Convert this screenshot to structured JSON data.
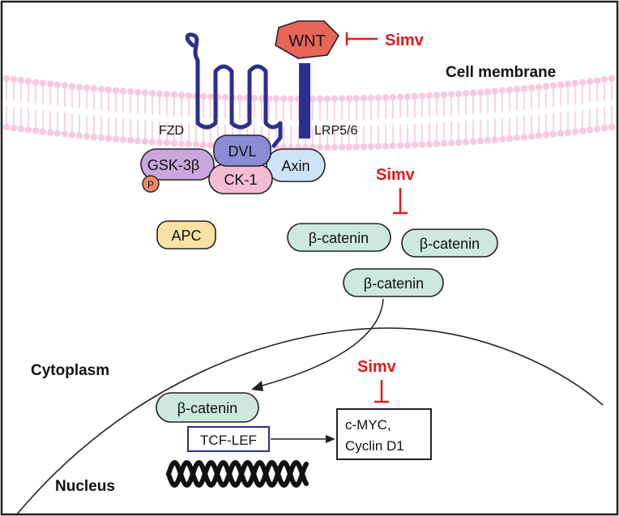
{
  "labels": {
    "cell_membrane": "Cell membrane",
    "cytoplasm": "Cytoplasm",
    "nucleus": "Nucleus",
    "fzd": "FZD",
    "lrp": "LRP5/6",
    "wnt": "WNT",
    "dvl": "DVL",
    "gsk3b": "GSK-3β",
    "ck1": "CK-1",
    "axin": "Axin",
    "p": "P",
    "apc": "APC",
    "beta_catenin": "β-catenin",
    "tcf_lef": "TCF-LEF",
    "target_line1": "c-MYC,",
    "target_line2": "Cyclin D1"
  },
  "inhibitor": {
    "label": "Simv"
  },
  "colors": {
    "receptor": "#2b2f8f",
    "membrane": "#f6c9df",
    "wnt_fill": "#e8655a",
    "dvl": "#8d8ad6",
    "gsk3b": "#c9a6dc",
    "ck1": "#f3bcd3",
    "axin": "#cfe3f6",
    "p": "#f08a6a",
    "apc": "#f8e3a3",
    "beta_catenin": "#cce8df",
    "inhibit": "#e01b1b"
  }
}
